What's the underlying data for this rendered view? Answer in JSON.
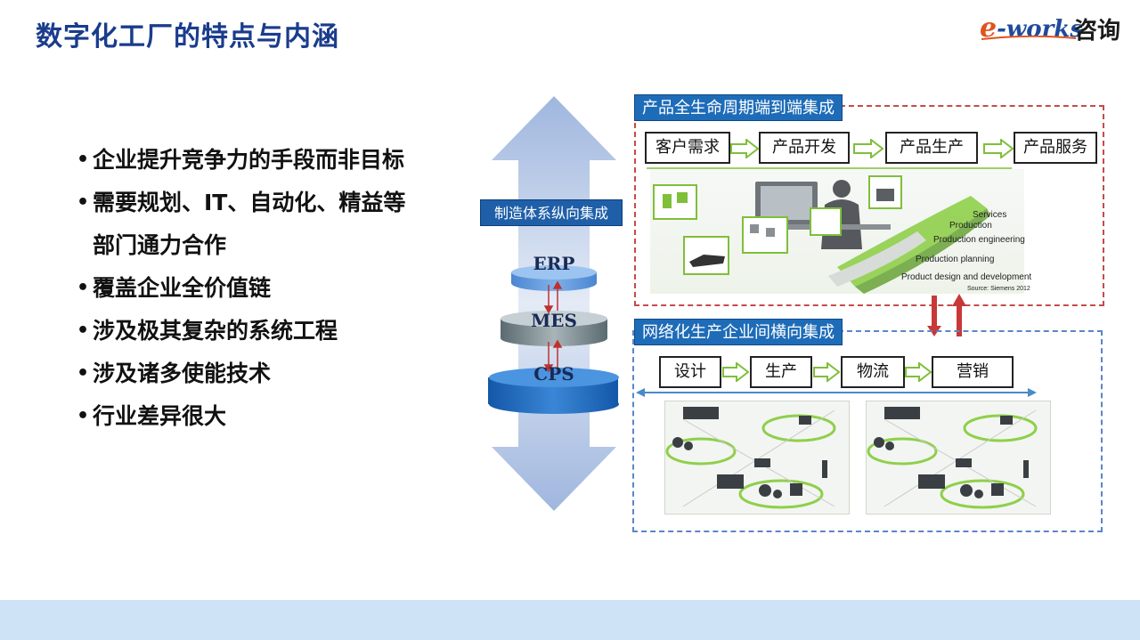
{
  "slide": {
    "title": "数字化工厂的特点与内涵",
    "logo": {
      "prefix": "e",
      "brand": "-works",
      "suffix": "咨询"
    }
  },
  "bullets": [
    "企业提升竞争力的手段而非目标",
    "需要规划、IT、自动化、精益等",
    "部门通力合作",
    "覆盖企业全价值链",
    "涉及极其复杂的系统工程",
    "涉及诸多使能技术",
    "行业差异很大"
  ],
  "vertical": {
    "label": "制造体系纵向集成",
    "layers": [
      "ERP",
      "MES",
      "CPS"
    ]
  },
  "top_panel": {
    "label": "产品全生命周期端到端集成",
    "steps": [
      "客户需求",
      "产品开发",
      "产品生产",
      "产品服务"
    ],
    "image_texts": [
      "Services",
      "Production",
      "Production engineering",
      "Production planning",
      "Product design and development",
      "Source: Siemens 2012"
    ]
  },
  "bottom_panel": {
    "label": "网络化生产企业间横向集成",
    "steps": [
      "设计",
      "生产",
      "物流",
      "营销"
    ]
  },
  "colors": {
    "title": "#1a3c8c",
    "label_blue": "#1e6cb8",
    "top_border": "#c84a4a",
    "bottom_border": "#5a86c8",
    "footer": "#cfe3f7",
    "green": "#7fbf3a"
  }
}
